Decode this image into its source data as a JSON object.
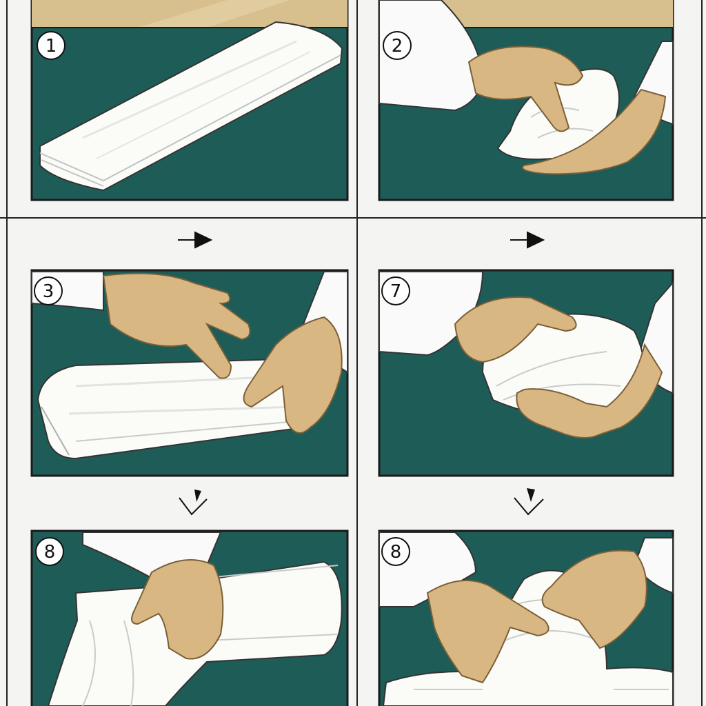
{
  "colors": {
    "page_background": "#f4f4f2",
    "panel_teal": "#1e5c58",
    "panel_border": "#1a1a1a",
    "floor_tan": "#d8bf8e",
    "cloth_white": "#fbfbf8",
    "cloth_shade": "#cfd3d0",
    "skin": "#d9b783",
    "skin_shade": "#a98a58",
    "sleeve_white": "#fafafa"
  },
  "panels": [
    {
      "step": "1",
      "scene": "folded-towel"
    },
    {
      "step": "2",
      "scene": "hands-bunching-towel"
    },
    {
      "step": "3",
      "scene": "hands-folding-towel"
    },
    {
      "step": "7",
      "scene": "hands-rolling-towel"
    },
    {
      "step": "8",
      "scene": "hand-lifting-towel"
    },
    {
      "step": "8",
      "scene": "hands-twisting-towel"
    }
  ],
  "connectors": [
    {
      "icon": "arrow-right-icon"
    },
    {
      "icon": "arrow-right-icon"
    },
    {
      "icon": "arrow-down-icon"
    },
    {
      "icon": "arrow-down-icon"
    }
  ]
}
